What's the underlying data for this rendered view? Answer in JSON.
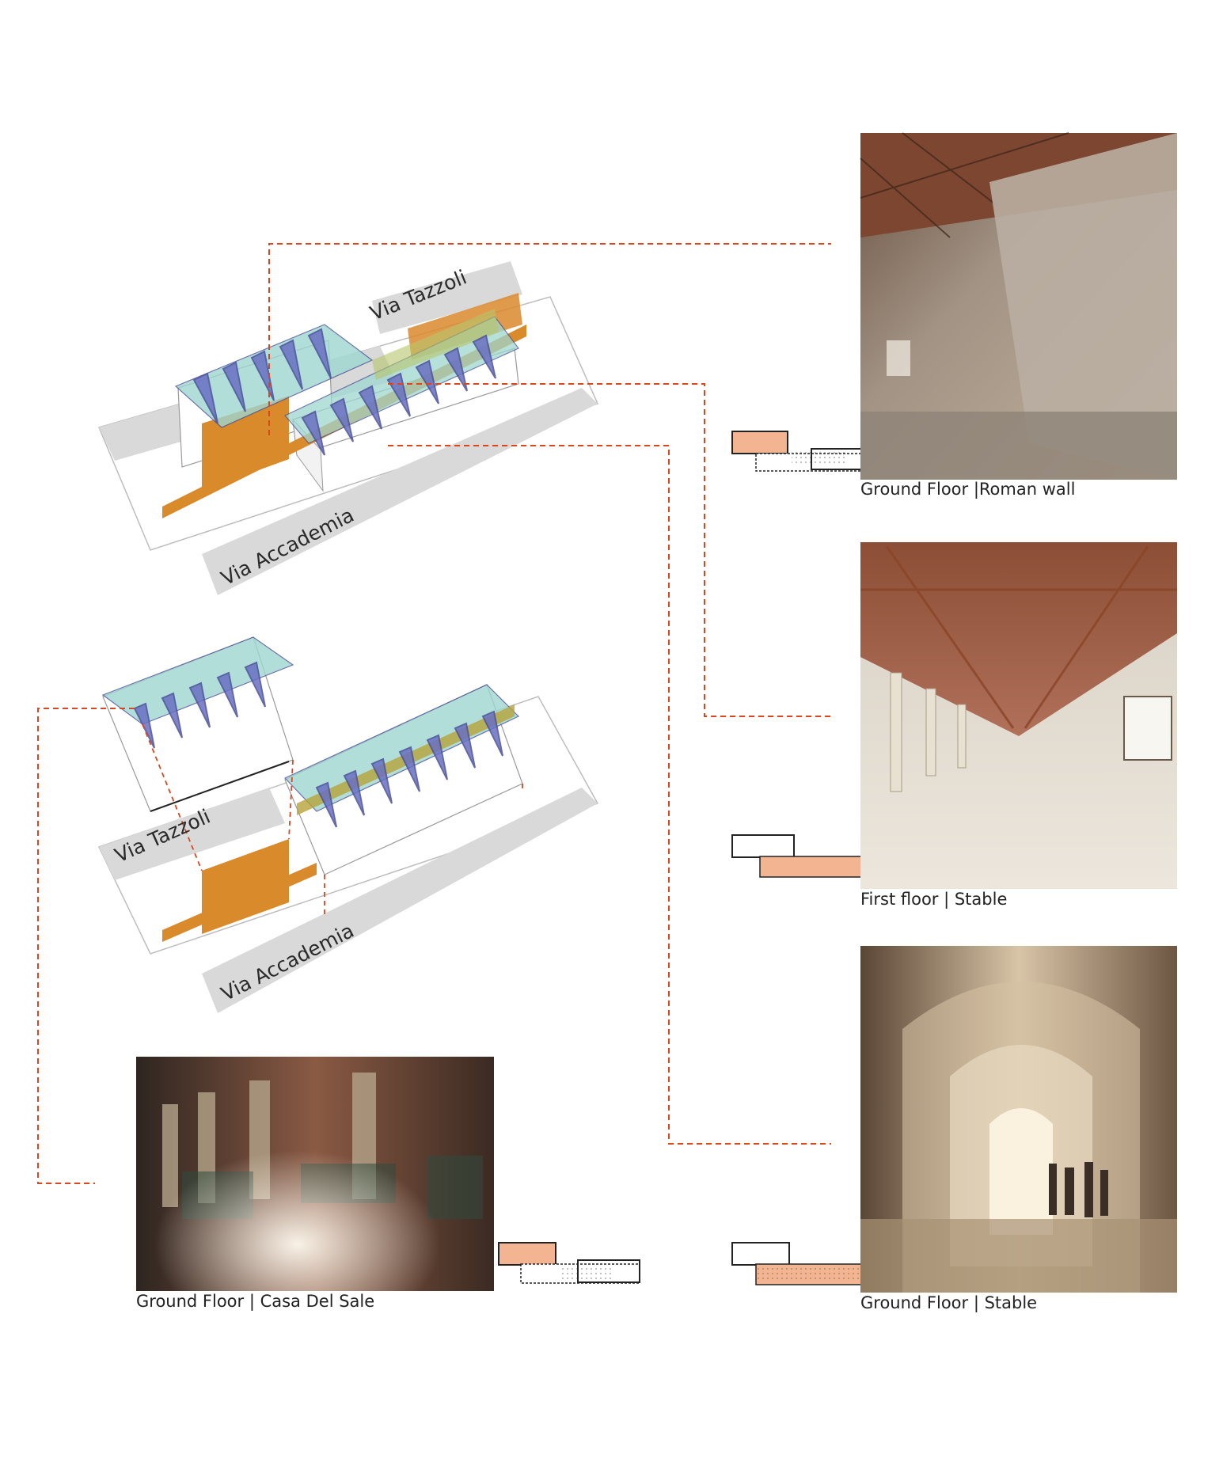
{
  "diagram": {
    "top_model": {
      "street_back": "Via Tazzoli",
      "street_front": "Via Accademia"
    },
    "exploded_model": {
      "street_back": "Via Tazzoli",
      "street_front": "Via Accademia"
    }
  },
  "photos": [
    {
      "id": "roman-wall",
      "caption": "Ground Floor |Roman wall"
    },
    {
      "id": "first-floor-stable",
      "caption": "First floor | Stable"
    },
    {
      "id": "ground-floor-stable",
      "caption": "Ground Floor | Stable"
    },
    {
      "id": "casa-del-sale",
      "caption": "Ground Floor | Casa Del Sale"
    }
  ],
  "colors": {
    "leader_line": "#d9471f",
    "roman_wall": "#d98a2b",
    "glass": "#9ed7d0",
    "street": "#d9d9d9",
    "highlight_block": "#f3b591"
  }
}
